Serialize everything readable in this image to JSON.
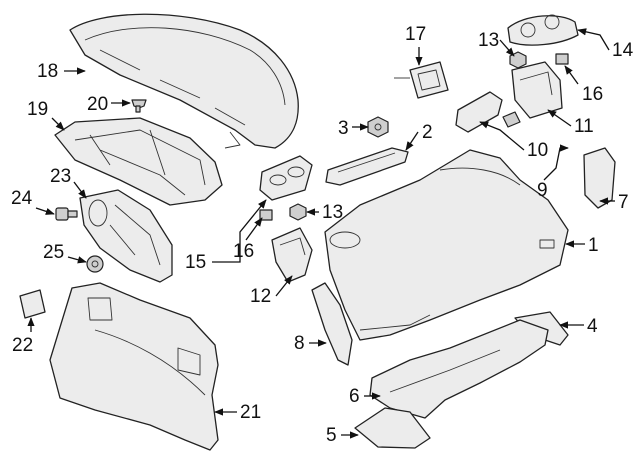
{
  "callouts": [
    {
      "id": "callout-1",
      "label": "1"
    },
    {
      "id": "callout-2",
      "label": "2"
    },
    {
      "id": "callout-3",
      "label": "3"
    },
    {
      "id": "callout-4",
      "label": "4"
    },
    {
      "id": "callout-5",
      "label": "5"
    },
    {
      "id": "callout-6",
      "label": "6"
    },
    {
      "id": "callout-7",
      "label": "7"
    },
    {
      "id": "callout-8",
      "label": "8"
    },
    {
      "id": "callout-9",
      "label": "9"
    },
    {
      "id": "callout-10",
      "label": "10"
    },
    {
      "id": "callout-11",
      "label": "11"
    },
    {
      "id": "callout-12",
      "label": "12"
    },
    {
      "id": "callout-13a",
      "label": "13"
    },
    {
      "id": "callout-13b",
      "label": "13"
    },
    {
      "id": "callout-14",
      "label": "14"
    },
    {
      "id": "callout-15",
      "label": "15"
    },
    {
      "id": "callout-16a",
      "label": "16"
    },
    {
      "id": "callout-16b",
      "label": "16"
    },
    {
      "id": "callout-17",
      "label": "17"
    },
    {
      "id": "callout-18",
      "label": "18"
    },
    {
      "id": "callout-19",
      "label": "19"
    },
    {
      "id": "callout-20",
      "label": "20"
    },
    {
      "id": "callout-21",
      "label": "21"
    },
    {
      "id": "callout-22",
      "label": "22"
    },
    {
      "id": "callout-23",
      "label": "23"
    },
    {
      "id": "callout-24",
      "label": "24"
    },
    {
      "id": "callout-25",
      "label": "25"
    }
  ]
}
